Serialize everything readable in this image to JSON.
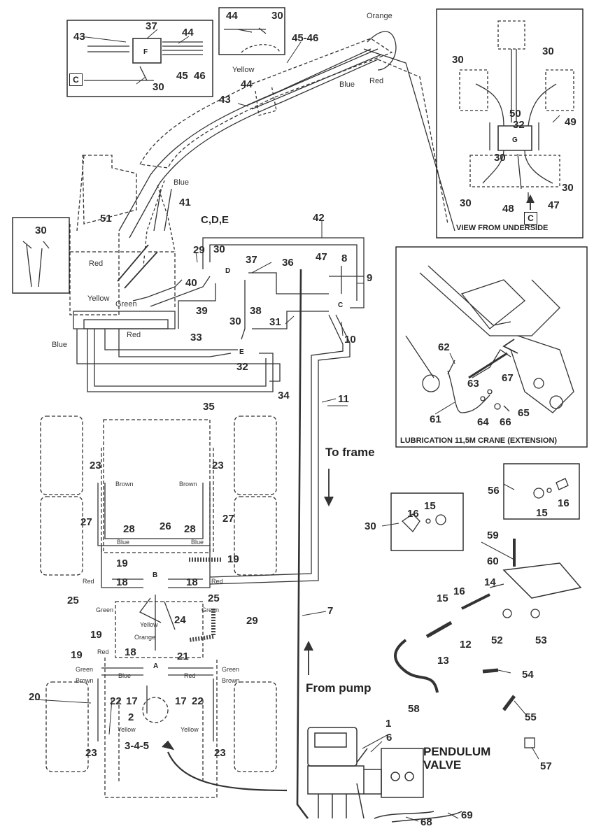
{
  "captions": {
    "view_from_underside": "VIEW FROM UNDERSIDE",
    "lubrication": "LUBRICATION 11,5M CRANE (EXTENSION)",
    "to_frame": "To frame",
    "from_pump": "From pump",
    "pendulum_line1": "PENDULUM",
    "pendulum_line2": "VALVE"
  },
  "connector_marks": {
    "c_left": "C",
    "c_underside": "C"
  },
  "distributor_blocks": {
    "a": "A",
    "b": "B",
    "c": "C",
    "d": "D",
    "e": "E",
    "f": "F",
    "g": "G"
  },
  "wire_colors": {
    "orange": "Orange",
    "yellow": "Yellow",
    "blue": "Blue",
    "red": "Red",
    "green": "Green",
    "brown": "Brown"
  },
  "part_numbers": {
    "p1": "1",
    "p2": "2",
    "p3_4_5": "3-4-5",
    "p6": "6",
    "p7": "7",
    "p8": "8",
    "p9": "9",
    "p10": "10",
    "p11": "11",
    "p12": "12",
    "p13": "13",
    "p14": "14",
    "p15": "15",
    "p16": "16",
    "p17": "17",
    "p18": "18",
    "p19": "19",
    "p20": "20",
    "p21": "21",
    "p22": "22",
    "p23": "23",
    "p24": "24",
    "p25": "25",
    "p26": "26",
    "p27": "27",
    "p28": "28",
    "p29": "29",
    "p30": "30",
    "p31": "31",
    "p32": "32",
    "p33": "33",
    "p34": "34",
    "p35": "35",
    "p36": "36",
    "p37": "37",
    "p38": "38",
    "p39": "39",
    "p40": "40",
    "p41": "41",
    "p42": "42",
    "p43": "43",
    "p44": "44",
    "p45": "45",
    "p45_46": "45-46",
    "p46": "46",
    "p47": "47",
    "p48": "48",
    "p49": "49",
    "p50": "50",
    "p51": "51",
    "p52": "52",
    "p53": "53",
    "p54": "54",
    "p55": "55",
    "p56": "56",
    "p57": "57",
    "p58": "58",
    "p59": "59",
    "p60": "60",
    "p61": "61",
    "p62": "62",
    "p63": "63",
    "p64": "64",
    "p65": "65",
    "p66": "66",
    "p67": "67",
    "p68": "68",
    "p69": "69",
    "cde": "C,D,E"
  }
}
